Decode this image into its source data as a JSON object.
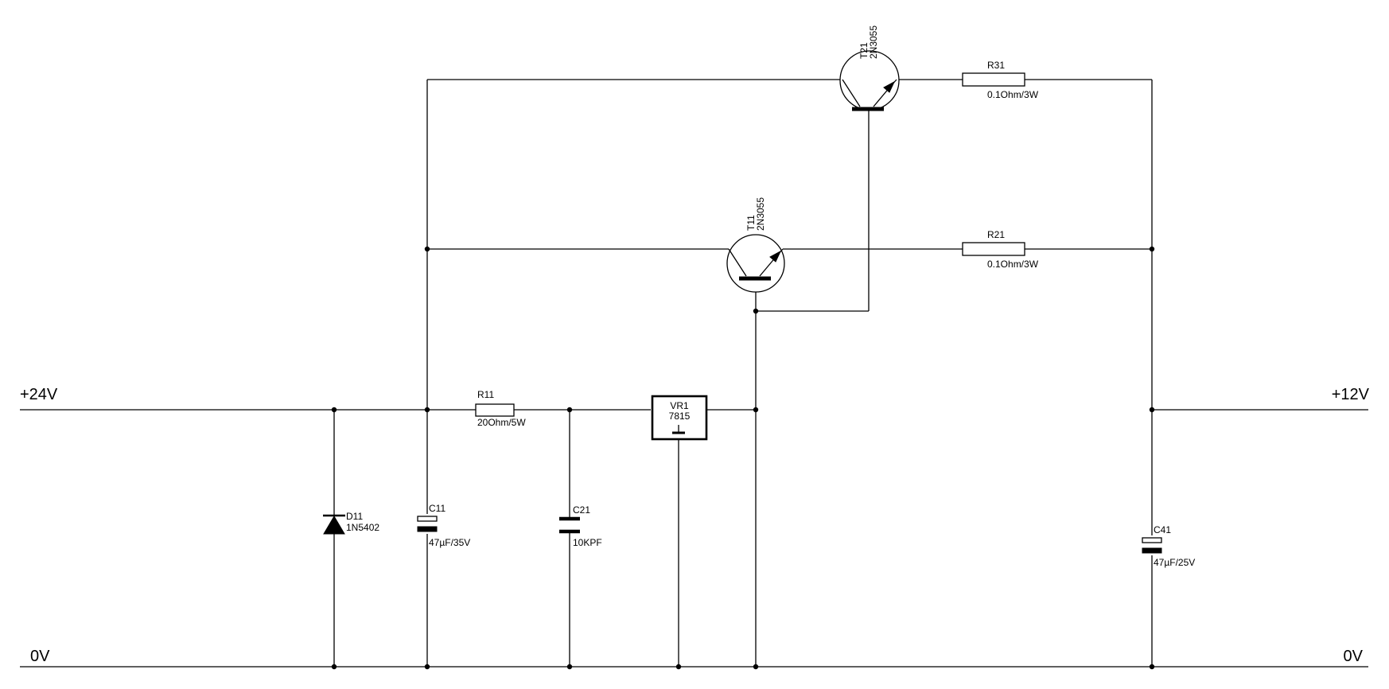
{
  "rails": {
    "input_voltage": "+24V",
    "output_voltage": "+12V",
    "ground_left": "0V",
    "ground_right": "0V"
  },
  "components": {
    "D11": {
      "ref": "D11",
      "value": "1N5402"
    },
    "C11": {
      "ref": "C11",
      "value": "47µF/35V"
    },
    "R11": {
      "ref": "R11",
      "value": "20Ohm/5W"
    },
    "C21": {
      "ref": "C21",
      "value": "10KPF"
    },
    "VR1": {
      "ref": "VR1",
      "value": "7815"
    },
    "T11": {
      "ref": "T11",
      "value": "2N3055"
    },
    "T21": {
      "ref": "T21",
      "value": "2N3055"
    },
    "R21": {
      "ref": "R21",
      "value": "0.1Ohm/3W"
    },
    "R31": {
      "ref": "R31",
      "value": "0.1Ohm/3W"
    },
    "C41": {
      "ref": "C41",
      "value": "47µF/25V"
    }
  }
}
